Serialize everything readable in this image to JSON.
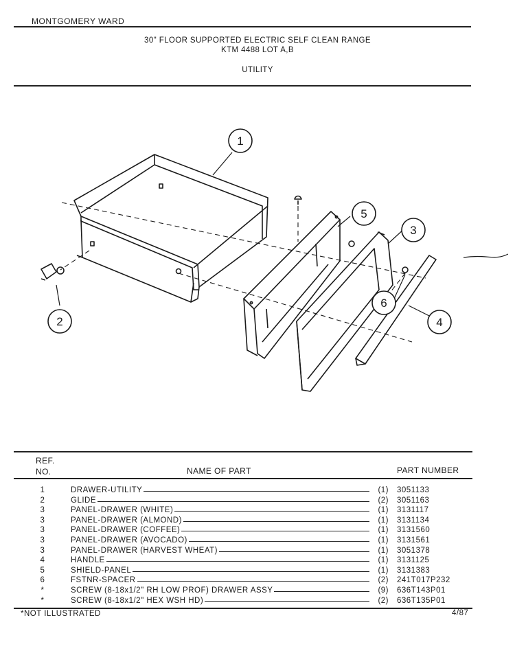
{
  "header": {
    "brand": "MONTGOMERY WARD",
    "title_line1": "30\" FLOOR SUPPORTED ELECTRIC SELF CLEAN RANGE",
    "title_line2": "KTM 4488 LOT A,B",
    "section": "UTILITY"
  },
  "diagram": {
    "callouts": [
      "1",
      "2",
      "3",
      "4",
      "5",
      "6"
    ]
  },
  "table": {
    "ref_header_line1": "REF.",
    "ref_header_line2": "NO.",
    "name_header": "NAME OF PART",
    "part_header": "PART NUMBER",
    "rows": [
      {
        "ref": "1",
        "name": "DRAWER-UTILITY",
        "qty": "(1)",
        "part": "3051133"
      },
      {
        "ref": "2",
        "name": "GLIDE",
        "qty": "(2)",
        "part": "3051163"
      },
      {
        "ref": "3",
        "name": "PANEL-DRAWER (WHITE)",
        "qty": "(1)",
        "part": "3131117"
      },
      {
        "ref": "3",
        "name": "PANEL-DRAWER (ALMOND)",
        "qty": "(1)",
        "part": "3131134"
      },
      {
        "ref": "3",
        "name": "PANEL-DRAWER (COFFEE)",
        "qty": "(1)",
        "part": "3131560"
      },
      {
        "ref": "3",
        "name": "PANEL-DRAWER (AVOCADO)",
        "qty": "(1)",
        "part": "3131561"
      },
      {
        "ref": "3",
        "name": "PANEL-DRAWER (HARVEST WHEAT)",
        "qty": "(1)",
        "part": "3051378"
      },
      {
        "ref": "4",
        "name": "HANDLE",
        "qty": "(1)",
        "part": "3131125"
      },
      {
        "ref": "5",
        "name": "SHIELD-PANEL",
        "qty": "(1)",
        "part": "3131383"
      },
      {
        "ref": "6",
        "name": "FSTNR-SPACER",
        "qty": "(2)",
        "part": "241T017P232"
      },
      {
        "ref": "*",
        "name": "SCREW (8-18x1/2\" RH LOW PROF) DRAWER ASSY",
        "qty": "(9)",
        "part": "636T143P01"
      },
      {
        "ref": "*",
        "name": "SCREW (8-18x1/2\" HEX WSH HD)",
        "qty": "(2)",
        "part": "636T135P01"
      }
    ]
  },
  "footer": {
    "note": "*NOT ILLUSTRATED",
    "date": "4/87"
  }
}
